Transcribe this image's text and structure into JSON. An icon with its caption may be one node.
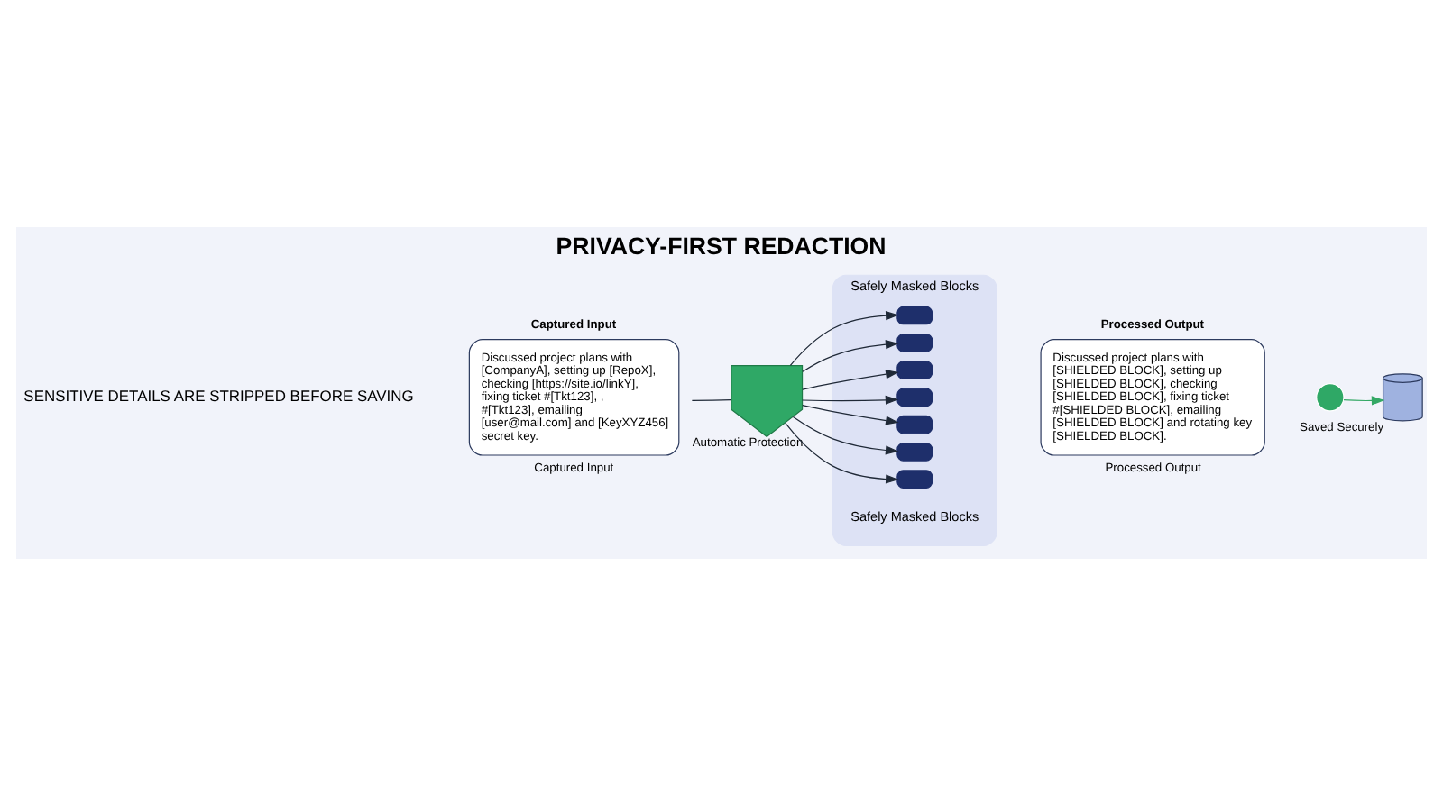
{
  "diagram": {
    "title": "PRIVACY-FIRST REDACTION",
    "nodes": [
      {
        "text": [
          "Captured Input",
          "Discussed project plans with [CompanyA], setting up [RepoX], checking [https://site.io/linkY], fixing ticket #[Tkt123], , #[Tkt123], emailing [user@mail.com] and [KeyXYZ456] secret key."
        ],
        "beside": [
          "Captured Input"
        ]
      },
      {
        "text": [],
        "shape": "shield",
        "beside": [
          "Automatic Protection"
        ]
      },
      {
        "text": [],
        "shape": "bar",
        "beside": [
          "Safely Masked Blocks",
          "Safely Masked Blocks"
        ]
      },
      {
        "text": [],
        "shape": "box",
        "in": 2
      },
      {
        "text": [],
        "shape": "box",
        "in": 2
      },
      {
        "text": [],
        "shape": "box",
        "in": 2
      },
      {
        "text": [],
        "shape": "box",
        "in": 2
      },
      {
        "text": [],
        "shape": "box",
        "in": 2
      },
      {
        "text": [],
        "shape": "box",
        "in": 2
      },
      {
        "text": [],
        "shape": "box",
        "in": 2
      },
      {
        "text": [
          "Processed Output",
          "Discussed project plans with [SHIELDED BLOCK], setting up [SHIELDED BLOCK], checking [SHIELDED BLOCK], fixing ticket #[SHIELDED BLOCK], emailing [SHIELDED BLOCK] and rotating key [SHIELDED BLOCK]."
        ],
        "beside": [
          "Processed Output"
        ]
      },
      {
        "text": [],
        "shape": "circle"
      },
      {
        "text": [],
        "shape": "cylinder",
        "beside": [
          "Saved Securely"
        ]
      }
    ],
    "edges": [
      {
        "from": 0,
        "to": 1,
        "arrow": "none"
      },
      {
        "from": 1,
        "to": 3,
        "arrow": "to"
      },
      {
        "from": 1,
        "to": 4,
        "arrow": "to"
      },
      {
        "from": 1,
        "to": 5,
        "arrow": "to"
      },
      {
        "from": 1,
        "to": 6,
        "arrow": "to"
      },
      {
        "from": 1,
        "to": 7,
        "arrow": "to"
      },
      {
        "from": 1,
        "to": 8,
        "arrow": "to"
      },
      {
        "from": 1,
        "to": 9,
        "arrow": "to"
      },
      {
        "from": 11,
        "to": 12,
        "arrow": "to",
        "color": "#34a865"
      }
    ],
    "labels": [
      "SENSITIVE DETAILS ARE STRIPPED BEFORE SAVING"
    ]
  }
}
